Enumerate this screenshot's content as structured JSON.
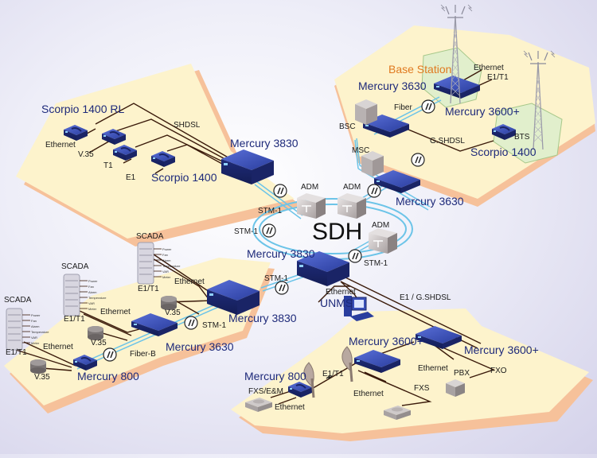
{
  "diagram": {
    "title": "SDH Network Access Diagram",
    "core": {
      "label": "SDH",
      "adm_label": "ADM"
    },
    "labels": {
      "scorpio_1400_rl": "Scorpio 1400 RL",
      "scorpio_1400_a": "Scorpio 1400",
      "scorpio_1400_b": "Scorpio 1400",
      "shdsl": "SHDSL",
      "ethernet": "Ethernet",
      "v35": "V.35",
      "t1": "T1",
      "e1": "E1",
      "mercury_3830_top": "Mercury 3830",
      "mercury_3830_mid": "Mercury 3830",
      "mercury_3830_left": "Mercury 3830",
      "mercury_3630_top": "Mercury 3630",
      "mercury_3630_right": "Mercury 3630",
      "mercury_3630_left": "Mercury 3630",
      "mercury_3600_top": "Mercury 3600+",
      "mercury_3600_a": "Mercury 3600+",
      "mercury_3600_b": "Mercury 3600+",
      "mercury_800_left": "Mercury 800",
      "mercury_800_right": "Mercury 800",
      "base_station": "Base Station",
      "bsc": "BSC",
      "msc": "MSC",
      "bts": "BTS",
      "fiber": "Fiber",
      "fiber_b": "Fiber-B",
      "gshdsl": "G.SHDSL",
      "e1t1": "E1/T1",
      "stm1": "STM-1",
      "e1_gshdsl": "E1 / G.SHDSL",
      "unms": "UNMS",
      "scada": "SCADA",
      "fxs_em": "FXS/E&M",
      "fxs": "FXS",
      "fxo": "FXO",
      "pbx": "PBX"
    },
    "scada_signals": [
      "Power",
      "Fan",
      "Alarm",
      "Temperature",
      "VAR",
      "Meter"
    ],
    "colors": {
      "device": "#2a3d9e",
      "device_label": "#1e2a7a",
      "zone_fill": "#fdf3cc",
      "zone_edge": "#f4c59a",
      "fiber": "#6cc4e8",
      "wire": "#3a1a0a",
      "accent": "#e07a20"
    }
  }
}
